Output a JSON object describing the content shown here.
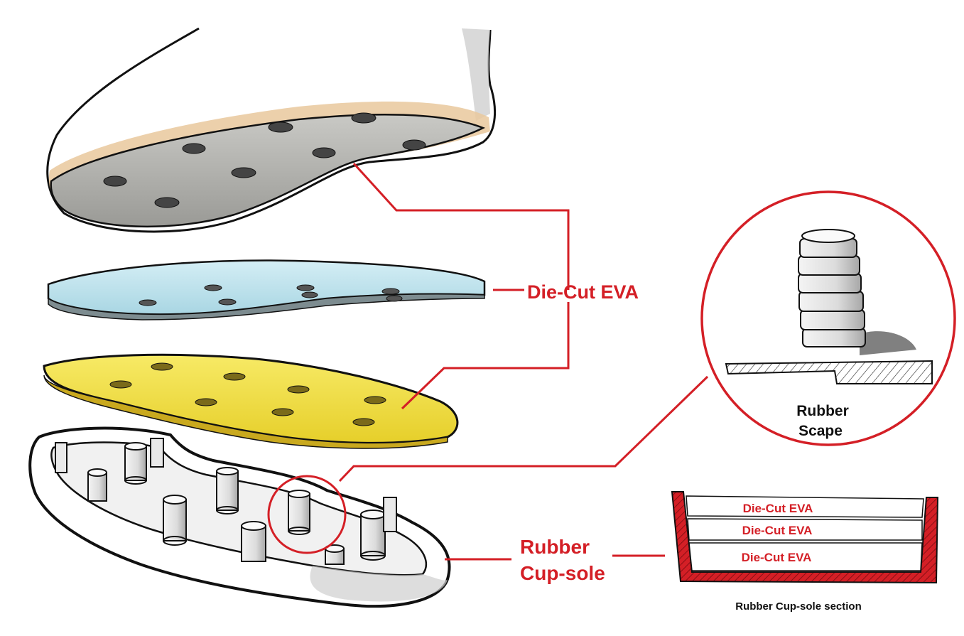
{
  "labels": {
    "die_cut_eva": "Die-Cut EVA",
    "rubber_cupsole_line1": "Rubber",
    "rubber_cupsole_line2": "Cup-sole",
    "rubber_scape_line1": "Rubber",
    "rubber_scape_line2": "Scape",
    "section_layer_top": "Die-Cut EVA",
    "section_layer_middle": "Die-Cut EVA",
    "section_layer_bottom": "Die-Cut EVA",
    "section_caption": "Rubber Cup-sole section"
  },
  "colors": {
    "callout_red": "#d41f26",
    "foam_yellow": "#f2e24a",
    "foam_blue": "#bfe3ee",
    "foam_grey": "#a9a9a6",
    "sock_tan": "#e9c89c",
    "outline": "#111111"
  }
}
